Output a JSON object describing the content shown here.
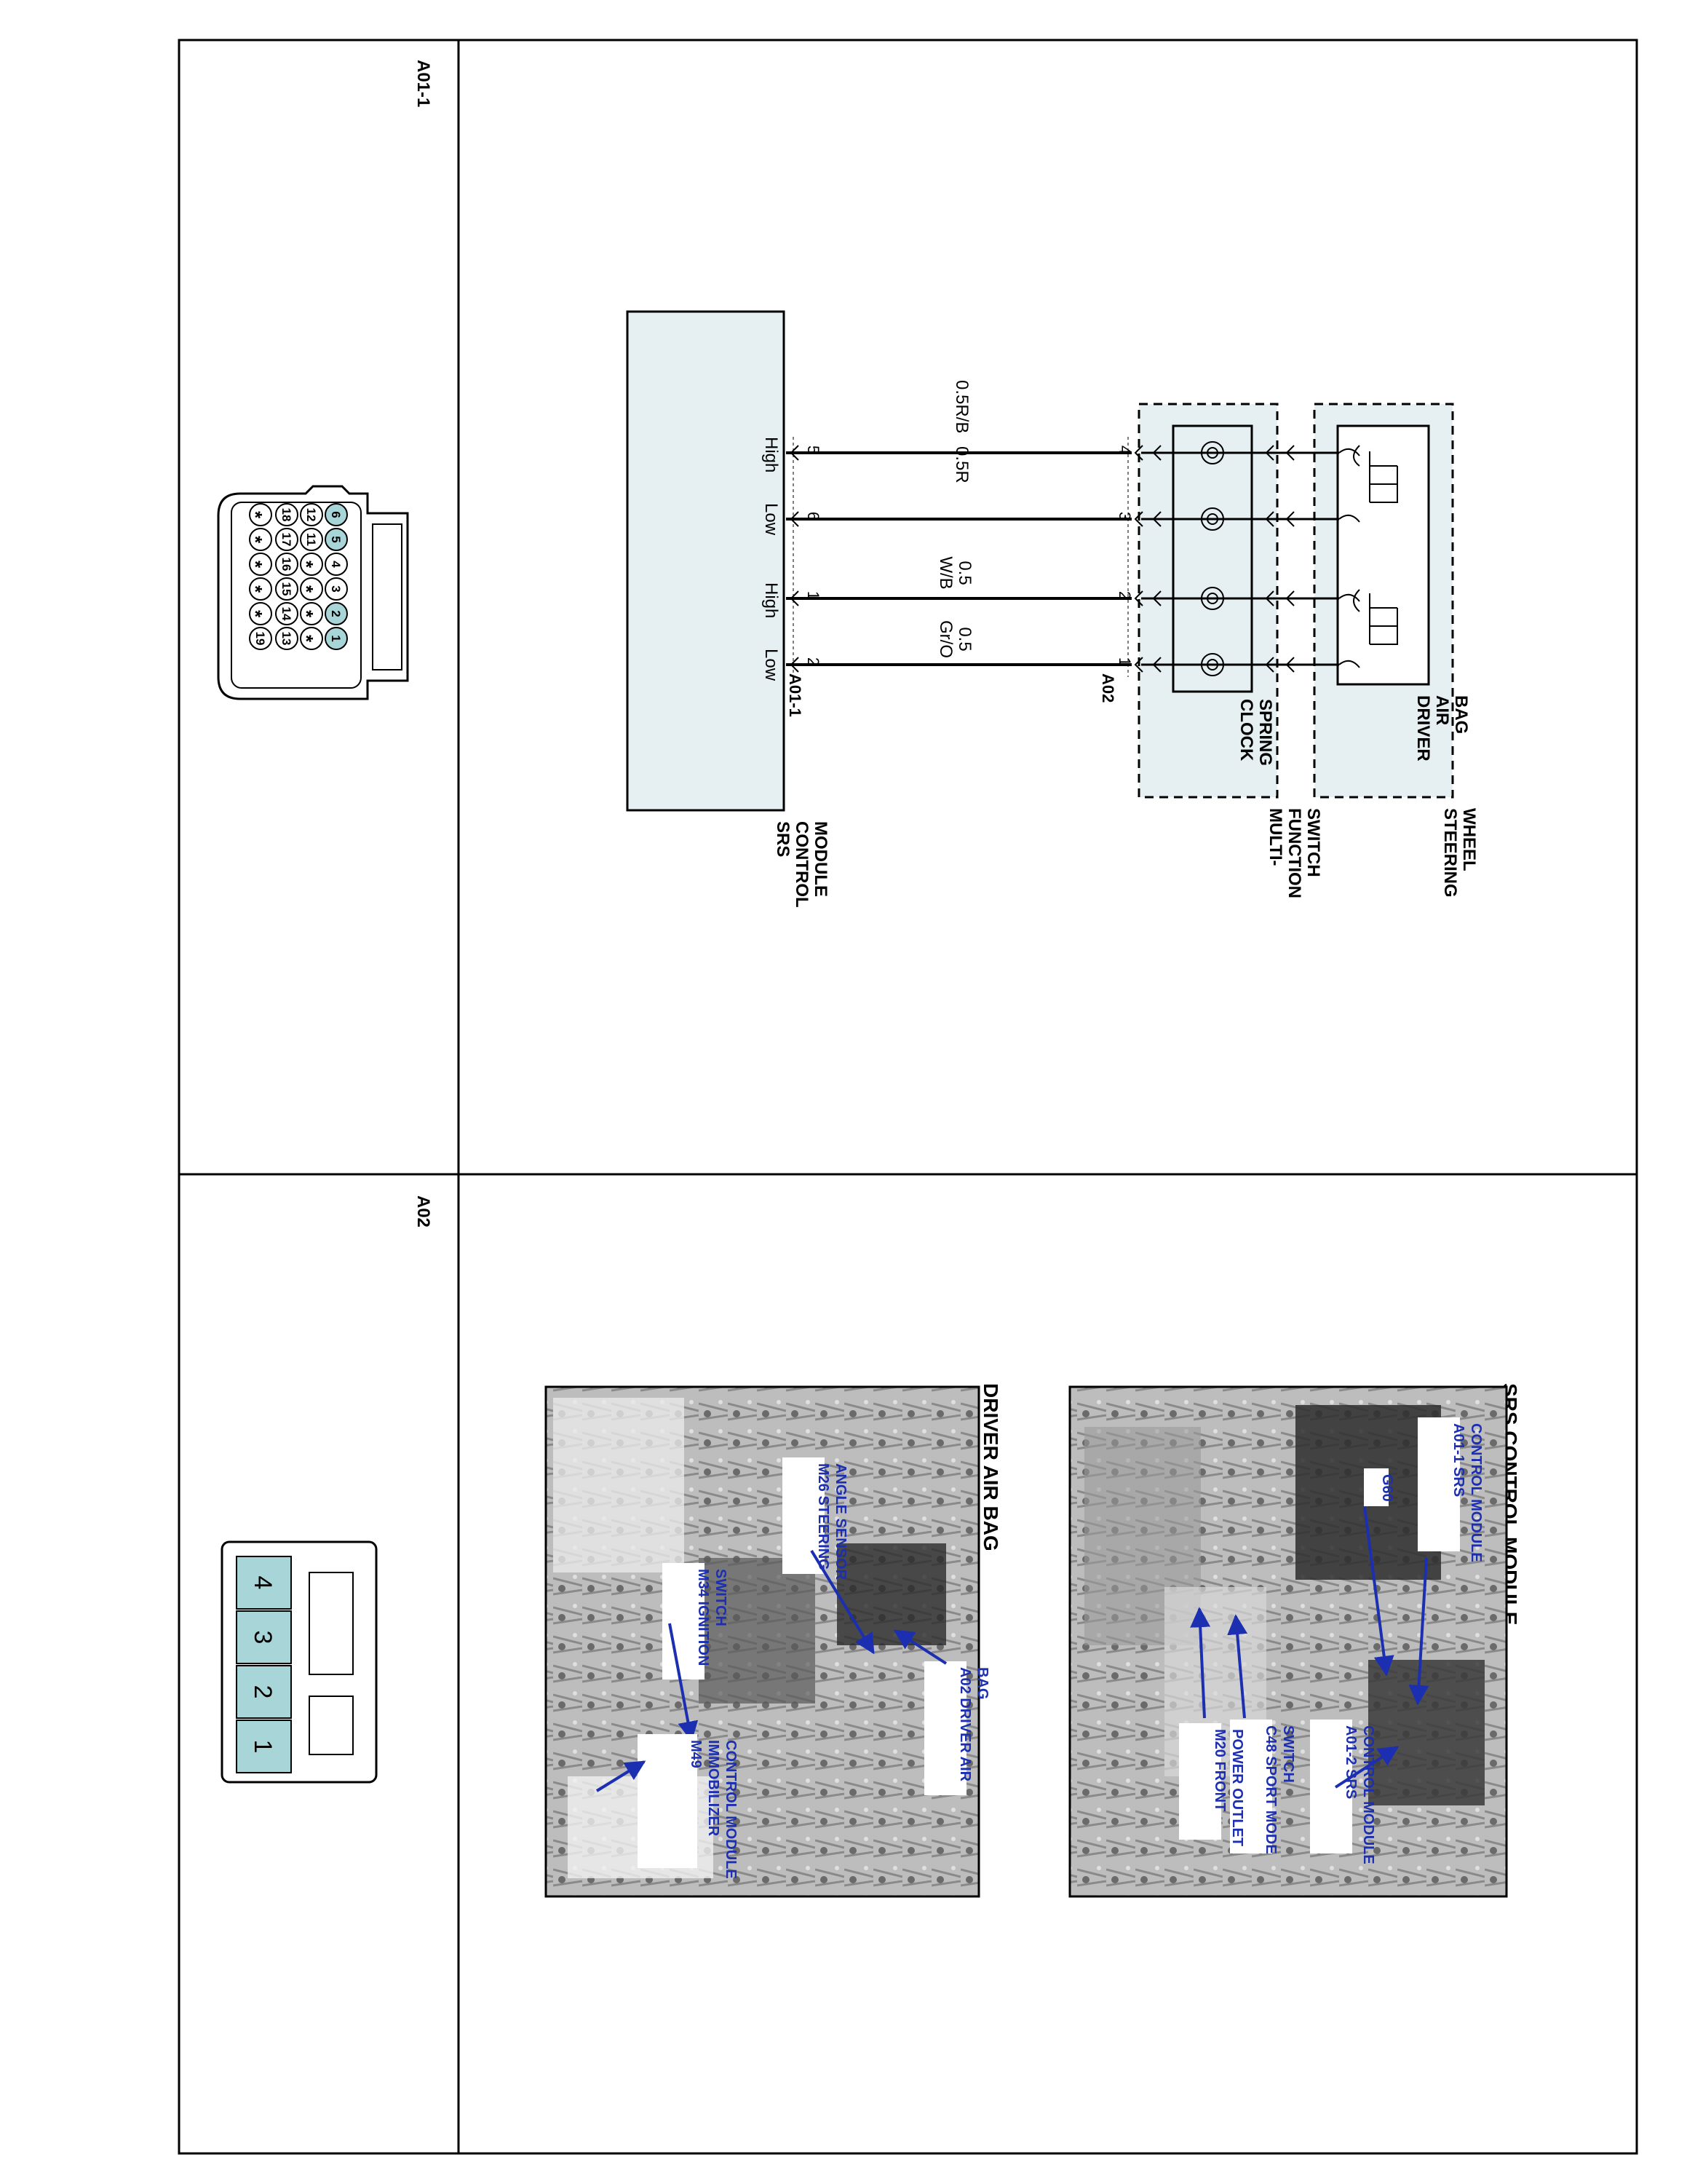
{
  "connectors": {
    "a01_1": {
      "label": "A01-1",
      "pin_rows": [
        [
          "6",
          "5",
          "4",
          "3",
          "2",
          "1"
        ],
        [
          "12",
          "11",
          "*",
          "*",
          "*",
          "*"
        ],
        [
          "18",
          "17",
          "16",
          "15",
          "14",
          "13"
        ],
        [
          "*",
          "*",
          "*",
          "*",
          "*",
          "19"
        ]
      ]
    },
    "a02": {
      "label": "A02",
      "pins": [
        "4",
        "3",
        "2",
        "1"
      ]
    }
  },
  "schematic": {
    "steering_wheel": "STEERING WHEEL",
    "driver_air_bag": "DRIVER AIR BAG",
    "clock_spring": "CLOCK SPRING",
    "multi_function_switch": "MULTI- FUNCTION SWITCH",
    "srs_control_module": "SRS CONTROL MODULE",
    "connector_a02": "A02",
    "connector_a01_1": "A01-1",
    "circuits": [
      {
        "a02_pin": "4",
        "module_pin": "5",
        "wire": "0.5R/B",
        "signal": "High"
      },
      {
        "a02_pin": "3",
        "module_pin": "6",
        "wire": "0.5R",
        "signal": "Low"
      },
      {
        "a02_pin": "2",
        "module_pin": "1",
        "wire": "0.5 W/B",
        "signal": "High"
      },
      {
        "a02_pin": "1",
        "module_pin": "2",
        "wire": "0.5 Gr/O",
        "signal": "Low"
      }
    ]
  },
  "photos": {
    "srs_control_module": {
      "title": "SRS CONTROL MODULE",
      "callouts": [
        "A01-1 SRS CONTROL MODULE",
        "G60",
        "A01-2 SRS CONTROL MODULE",
        "C48 SPORT MODE SWITCH",
        "M20 FRONT POWER OUTLET"
      ]
    },
    "driver_air_bag": {
      "title": "DRIVER AIR BAG",
      "callouts": [
        "M26 STEERING ANGLE SENSOR",
        "A02 DRIVER AIR BAG",
        "M34 IGNITION SWITCH",
        "M49 IMMOBILIZER CONTROL MODULE"
      ]
    }
  },
  "colors": {
    "connector_fill": "#a8d5d8",
    "box_fill": "#e6eff2",
    "callout_text": "#1b2fb0",
    "line": "#000000"
  }
}
